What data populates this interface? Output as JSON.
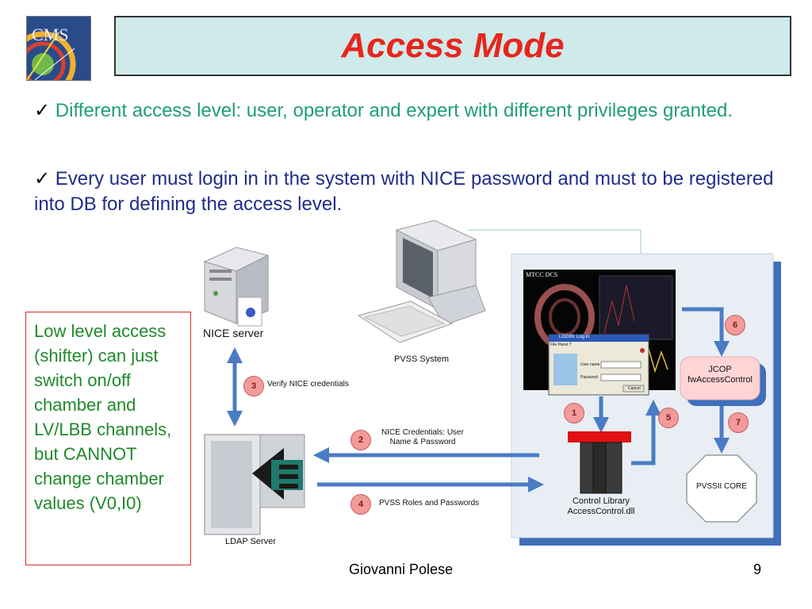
{
  "logo": {
    "text": "CMS"
  },
  "title": "Access Mode",
  "bullets": [
    {
      "check": "✓",
      "text": "Different access level: user, operator and expert with different privileges granted."
    },
    {
      "check": "✓",
      "text": "Every user must login in in the system with NICE password and must to be registered into DB for defining the access level."
    }
  ],
  "note": "Low level access (shifter) can just switch on/off chamber and LV/LBB channels, but CANNOT change chamber values (V0,I0)",
  "diagram": {
    "nice_server": "NICE server",
    "pvss_system": "PVSS System",
    "ldap_server": "LDAP Server",
    "screenshot_title": "MTCC DCS",
    "login_dialog": {
      "title": "LOGIN: Log in",
      "menu": "File   Panel   ?",
      "user_label": "User name",
      "password_label": "Password",
      "cancel": "Cancel"
    },
    "jcop": "JCOP fwAccessControl",
    "control_library": "Control Library AccessControl.dll",
    "pvssii_core": "PVSSII CORE",
    "steps": [
      {
        "n": "1",
        "text": ""
      },
      {
        "n": "2",
        "text": "NICE Credentials: User Name & Password"
      },
      {
        "n": "3",
        "text": "Verify NICE credentials"
      },
      {
        "n": "4",
        "text": "PVSS Roles and Passwords"
      },
      {
        "n": "5",
        "text": ""
      },
      {
        "n": "6",
        "text": ""
      },
      {
        "n": "7",
        "text": ""
      }
    ]
  },
  "footer": {
    "author": "Giovanni Polese",
    "page": "9"
  },
  "colors": {
    "title": "#e8251c",
    "title_bg": "#cfeaea",
    "bullet1": "#1f9e73",
    "bullet2": "#1f2d8a",
    "note_text": "#1f8a2a",
    "note_border": "#d93030",
    "arrow": "#4a7cc4",
    "step_badge": "#f39a9a"
  }
}
